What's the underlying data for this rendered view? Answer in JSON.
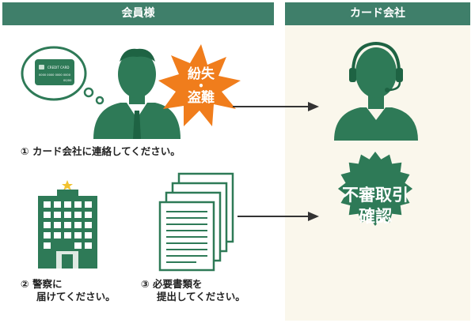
{
  "header": {
    "member_label": "会員様",
    "card_company_label": "カード会社"
  },
  "incident": {
    "line1": "紛失",
    "dot": "•",
    "line2": "盗難"
  },
  "credit_card": {
    "brand": "CREDIT CARD",
    "number": "0000 0000 0000 0000",
    "expiry": "00/00"
  },
  "steps": [
    {
      "marker": "①",
      "lines": [
        "カード会社に連絡してください。"
      ]
    },
    {
      "marker": "②",
      "lines": [
        "警察に",
        "届けてください。"
      ]
    },
    {
      "marker": "③",
      "lines": [
        "必要書類を",
        "提出してください。"
      ]
    }
  ],
  "verification": {
    "line1": "不審取引",
    "line2": "確認"
  },
  "colors": {
    "header": "#3f7f6a",
    "primary_green": "#2e7a57",
    "dark_green": "#1e6343",
    "burst_orange": "#f07d1c",
    "panel_bg": "#faf7ec"
  }
}
